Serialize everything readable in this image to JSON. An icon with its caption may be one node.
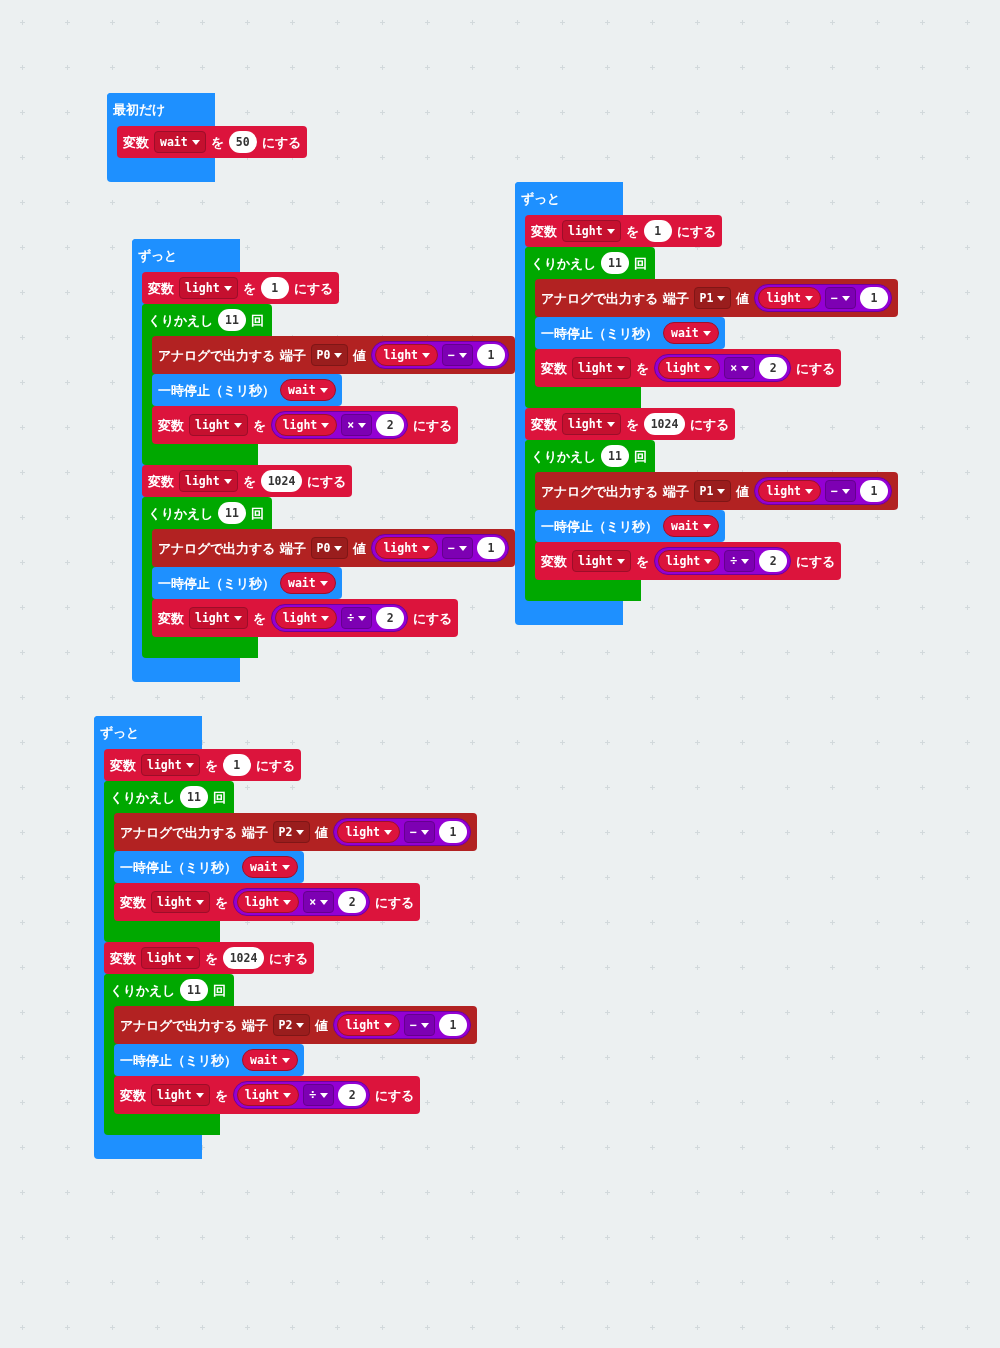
{
  "diagram": {
    "nodes": [
      {
        "text": [
          "最初だけ"
        ]
      },
      {
        "text": [
          "変数",
          "wait",
          "を",
          "50",
          "にする"
        ],
        "in": 0
      },
      {
        "text": [
          "ずっと"
        ]
      },
      {
        "text": [
          "変数",
          "light",
          "を",
          "1",
          "にする"
        ],
        "in": 2
      },
      {
        "text": [
          "くりかえし",
          "11",
          "回"
        ],
        "in": 2
      },
      {
        "text": [
          "アナログで出力する 端子",
          "P0",
          "値"
        ],
        "in": 4
      },
      {
        "text": [
          "light",
          "−",
          "1"
        ],
        "in": 5
      },
      {
        "text": [
          "一時停止（ミリ秒）",
          "wait"
        ],
        "in": 4
      },
      {
        "text": [
          "変数",
          "light",
          "を",
          "にする"
        ],
        "in": 4
      },
      {
        "text": [
          "light",
          "×",
          "2"
        ],
        "in": 8
      },
      {
        "text": [
          "変数",
          "light",
          "を",
          "1024",
          "にする"
        ],
        "in": 2
      },
      {
        "text": [
          "くりかえし",
          "11",
          "回"
        ],
        "in": 2
      },
      {
        "text": [
          "アナログで出力する 端子",
          "P0",
          "値"
        ],
        "in": 11
      },
      {
        "text": [
          "light",
          "−",
          "1"
        ],
        "in": 12
      },
      {
        "text": [
          "一時停止（ミリ秒）",
          "wait"
        ],
        "in": 11
      },
      {
        "text": [
          "変数",
          "light",
          "を",
          "にする"
        ],
        "in": 11
      },
      {
        "text": [
          "light",
          "÷",
          "2"
        ],
        "in": 15
      },
      {
        "text": [
          "ずっと"
        ]
      },
      {
        "text": [
          "変数",
          "light",
          "を",
          "1",
          "にする"
        ],
        "in": 17
      },
      {
        "text": [
          "くりかえし",
          "11",
          "回"
        ],
        "in": 17
      },
      {
        "text": [
          "アナログで出力する 端子",
          "P1",
          "値"
        ],
        "in": 19
      },
      {
        "text": [
          "light",
          "−",
          "1"
        ],
        "in": 20
      },
      {
        "text": [
          "一時停止（ミリ秒）",
          "wait"
        ],
        "in": 19
      },
      {
        "text": [
          "変数",
          "light",
          "を",
          "にする"
        ],
        "in": 19
      },
      {
        "text": [
          "light",
          "×",
          "2"
        ],
        "in": 23
      },
      {
        "text": [
          "変数",
          "light",
          "を",
          "1024",
          "にする"
        ],
        "in": 17
      },
      {
        "text": [
          "くりかえし",
          "11",
          "回"
        ],
        "in": 17
      },
      {
        "text": [
          "アナログで出力する 端子",
          "P1",
          "値"
        ],
        "in": 26
      },
      {
        "text": [
          "light",
          "−",
          "1"
        ],
        "in": 27
      },
      {
        "text": [
          "一時停止（ミリ秒）",
          "wait"
        ],
        "in": 26
      },
      {
        "text": [
          "変数",
          "light",
          "を",
          "にする"
        ],
        "in": 26
      },
      {
        "text": [
          "light",
          "÷",
          "2"
        ],
        "in": 30
      },
      {
        "text": [
          "ずっと"
        ]
      },
      {
        "text": [
          "変数",
          "light",
          "を",
          "1",
          "にする"
        ],
        "in": 32
      },
      {
        "text": [
          "くりかえし",
          "11",
          "回"
        ],
        "in": 32
      },
      {
        "text": [
          "アナログで出力する 端子",
          "P2",
          "値"
        ],
        "in": 34
      },
      {
        "text": [
          "light",
          "−",
          "1"
        ],
        "in": 35
      },
      {
        "text": [
          "一時停止（ミリ秒）",
          "wait"
        ],
        "in": 34
      },
      {
        "text": [
          "変数",
          "light",
          "を",
          "にする"
        ],
        "in": 34
      },
      {
        "text": [
          "light",
          "×",
          "2"
        ],
        "in": 38
      },
      {
        "text": [
          "変数",
          "light",
          "を",
          "1024",
          "にする"
        ],
        "in": 32
      },
      {
        "text": [
          "くりかえし",
          "11",
          "回"
        ],
        "in": 32
      },
      {
        "text": [
          "アナログで出力する 端子",
          "P2",
          "値"
        ],
        "in": 41
      },
      {
        "text": [
          "light",
          "−",
          "1"
        ],
        "in": 42
      },
      {
        "text": [
          "一時停止（ミリ秒）",
          "wait"
        ],
        "in": 41
      },
      {
        "text": [
          "変数",
          "light",
          "を",
          "にする"
        ],
        "in": 41
      },
      {
        "text": [
          "light",
          "÷",
          "2"
        ],
        "in": 45
      }
    ]
  }
}
